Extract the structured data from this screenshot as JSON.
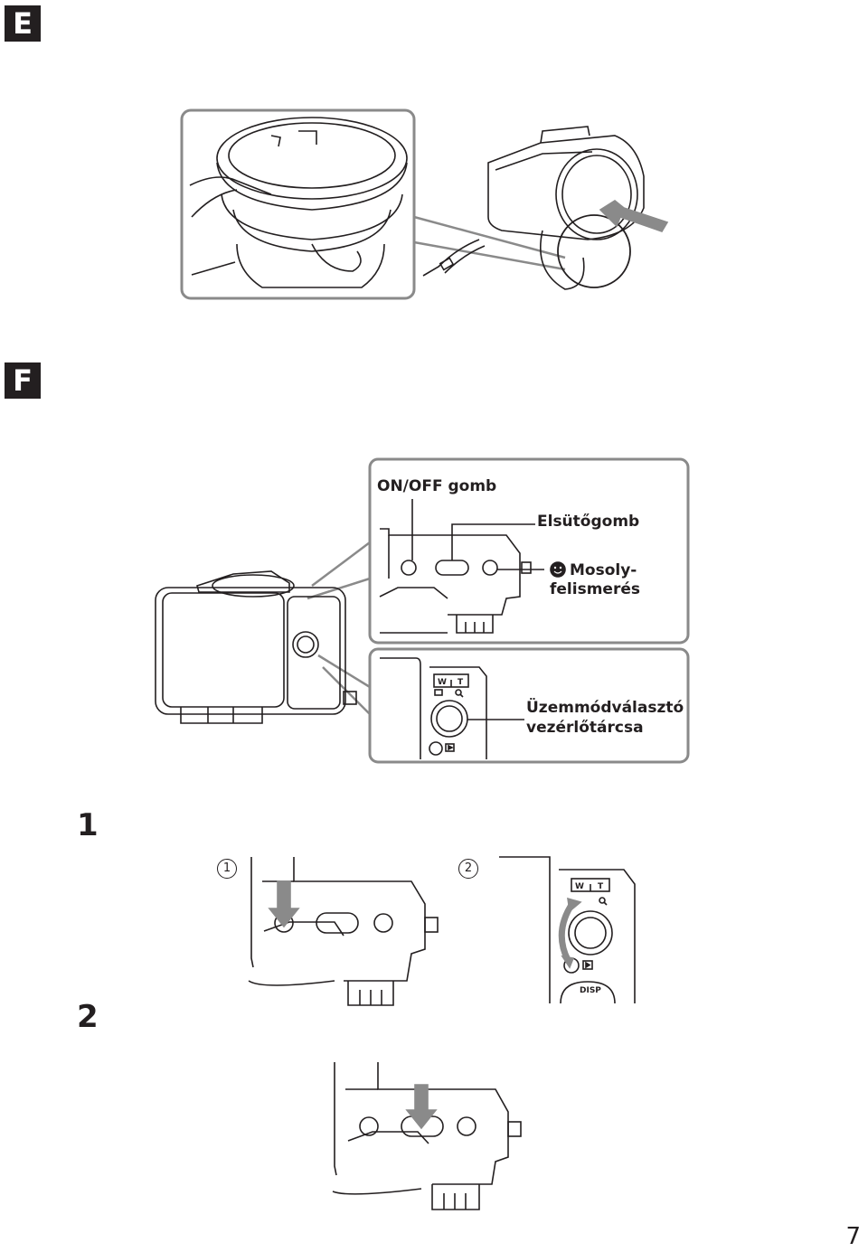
{
  "sections": {
    "e": "E",
    "f": "F"
  },
  "labels": {
    "on_off": "ON/OFF gomb",
    "shutter": "Elsütőgomb",
    "smile_line1": "Mosoly-",
    "smile_line2": "felismerés",
    "mode_line1": "Üzemmódválasztó",
    "mode_line2": "vezérlőtárcsa"
  },
  "dial": {
    "w": "W",
    "t": "T",
    "disp": "DISP"
  },
  "steps": {
    "one": "1",
    "two": "2",
    "sub1": "1",
    "sub2": "2"
  },
  "page_number": "7",
  "icons": [
    "smile-icon",
    "arrow-down-icon",
    "curved-arrow-icon",
    "play-icon",
    "magnifier-icon"
  ]
}
